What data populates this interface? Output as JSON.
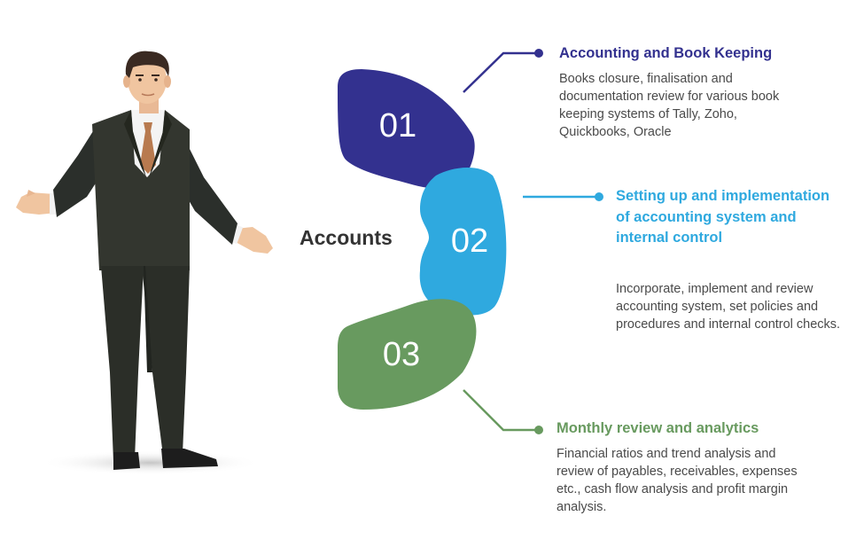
{
  "center_label": "Accounts",
  "colors": {
    "item_1": "#33318f",
    "item_2": "#2fa9df",
    "item_3": "#689a5f",
    "text": "#4a4a4a",
    "center_label": "#333333"
  },
  "items": [
    {
      "number": "01",
      "title": "Accounting and Book Keeping",
      "description": "Books closure, finalisation and documentation review for various book keeping systems of Tally, Zoho, Quickbooks, Oracle"
    },
    {
      "number": "02",
      "title": "Setting up and implementation of accounting system and internal control",
      "description": "Incorporate, implement and review accounting system, set policies and procedures and internal control checks."
    },
    {
      "number": "03",
      "title": "Monthly review and analytics",
      "description": "Financial ratios and trend analysis and review of payables, receivables, expenses etc., cash flow analysis and profit margin analysis."
    }
  ],
  "illustration": "businessman-presenting"
}
